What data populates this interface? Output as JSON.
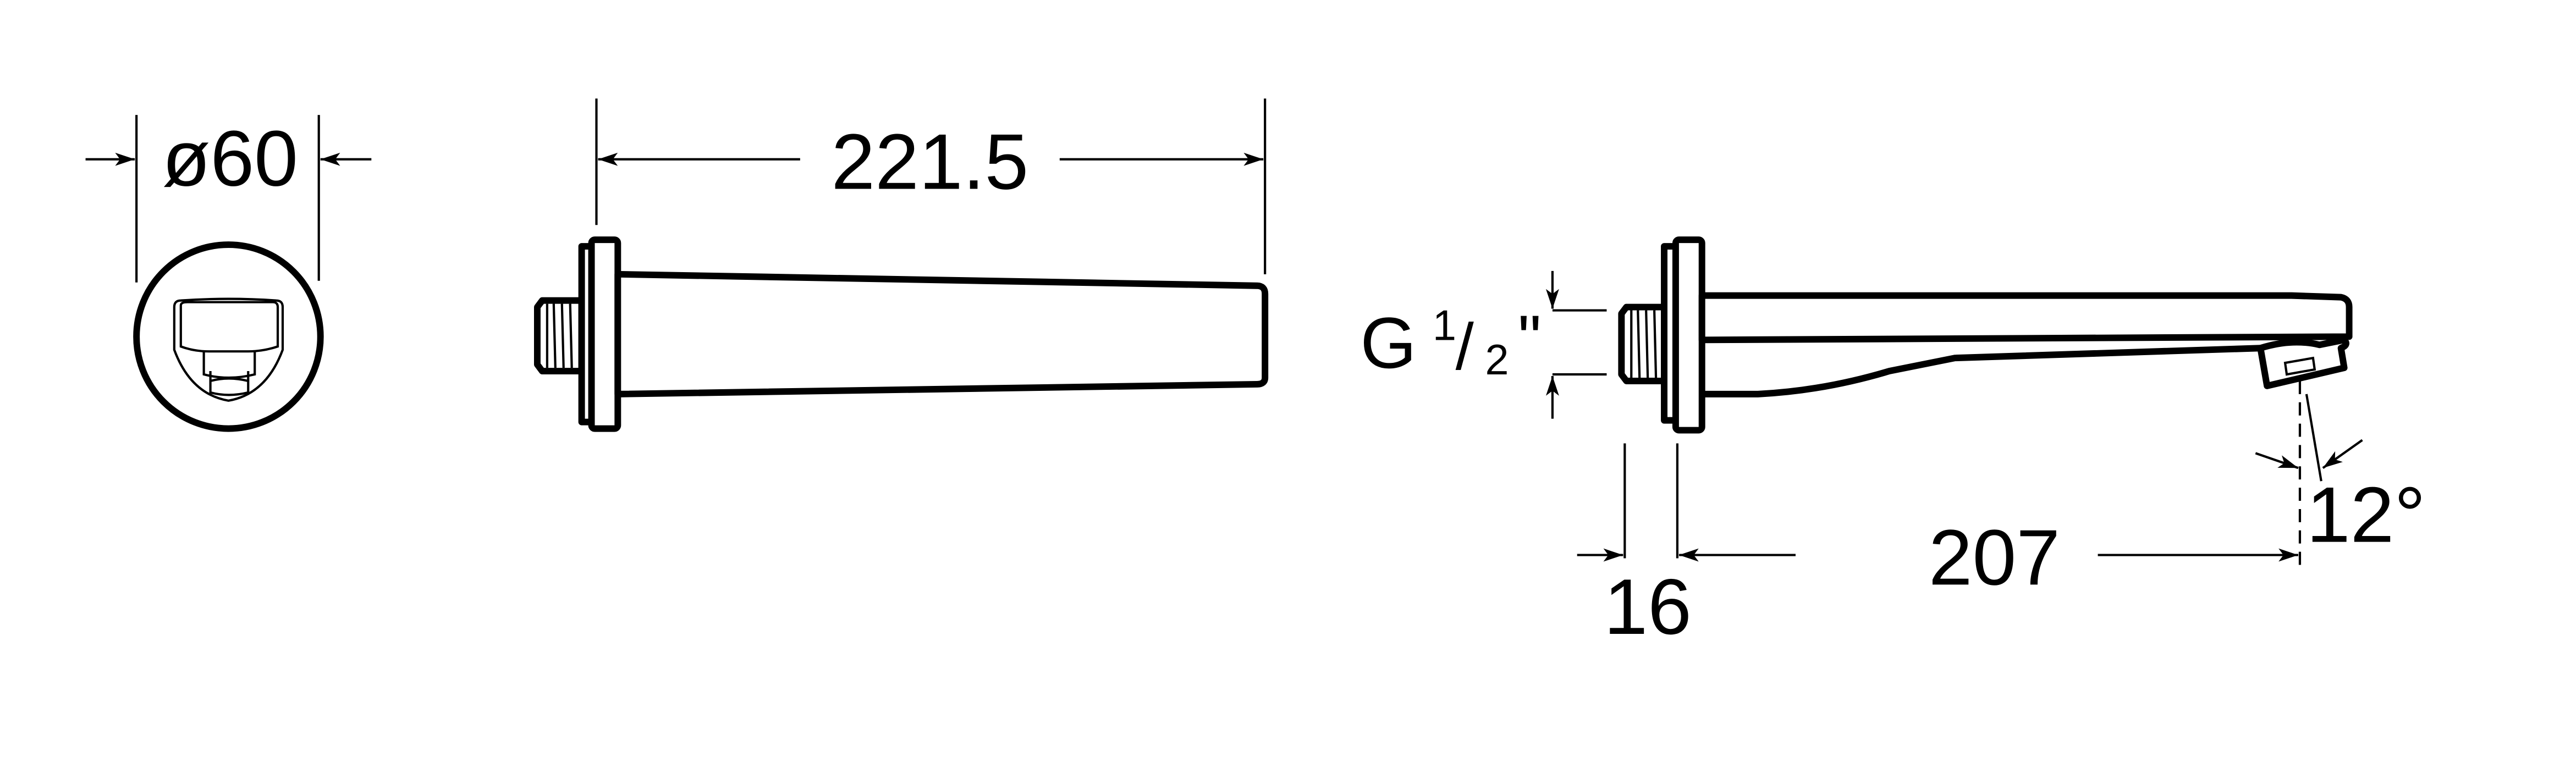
{
  "drawing": {
    "front_view": {
      "diameter_label": "ø60"
    },
    "side_view": {
      "length_label": "221.5"
    },
    "section_view": {
      "thread_label": {
        "letter": "G",
        "numerator": "1",
        "slash": "/",
        "denominator": "2",
        "inch_mark": "\""
      },
      "projection_label": "207",
      "flange_label": "16",
      "angle_label": "12°"
    },
    "colors": {
      "line": "#000000",
      "background": "#ffffff"
    }
  }
}
